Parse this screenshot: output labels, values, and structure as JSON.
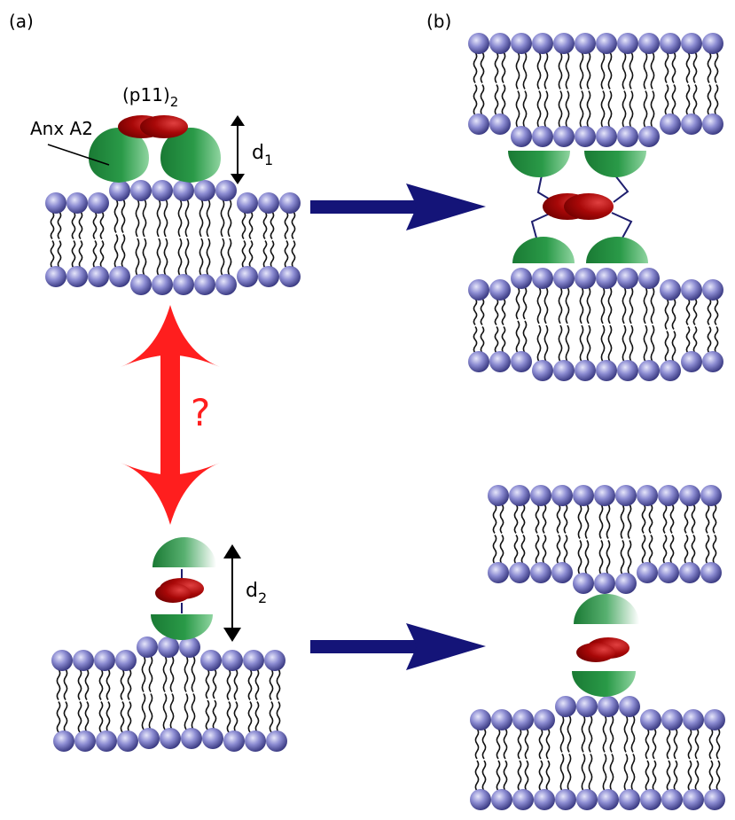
{
  "panels": {
    "a": "(a)",
    "b": "(b)"
  },
  "labels": {
    "complex_base": "(p11)",
    "complex_sub": "2",
    "annexin": "Anx A2",
    "d1_base": "d",
    "d1_sub": "1",
    "d2_base": "d",
    "d2_sub": "2",
    "question": "?"
  },
  "colors": {
    "head_light": "#dcdcf4",
    "head_mid": "#8c8cd2",
    "head_dark": "#3c3c8c",
    "green": "#1e8c3c",
    "red": "#960000",
    "red_light": "#d23232",
    "navy": "#141478",
    "arrow_red": "#ff1e1e",
    "linker": "#1e1e6e"
  }
}
